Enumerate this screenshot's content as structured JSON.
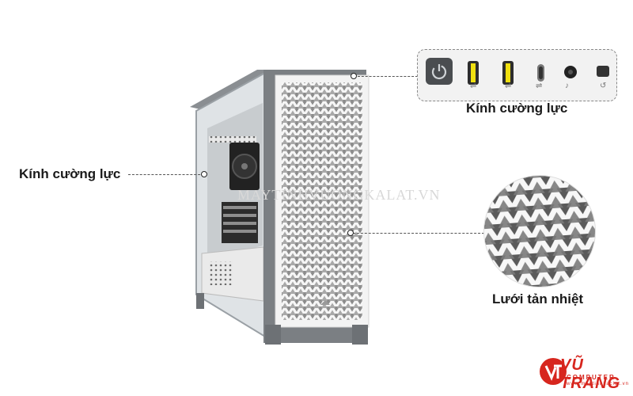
{
  "callouts": {
    "io_panel_label": "Kính cường lực",
    "side_glass_label": "Kính cường lực",
    "mesh_label": "Lưới tản nhiệt"
  },
  "watermark": "MAYTINHVUONGKALAT.VN",
  "logo": {
    "name": "VŨ TRANG",
    "subtitle": "COMPUTER",
    "url": "www.maytinhxaclat.vn"
  },
  "colors": {
    "case_gray": "#7b7f83",
    "front_white": "#f3f3f3",
    "usb_yellow": "#f0e010",
    "brand_red": "#d7261e"
  },
  "icons": [
    "power-icon",
    "usb-a-icon",
    "usb-a-icon",
    "usb-c-icon",
    "audio-jack-icon",
    "reset-icon"
  ]
}
